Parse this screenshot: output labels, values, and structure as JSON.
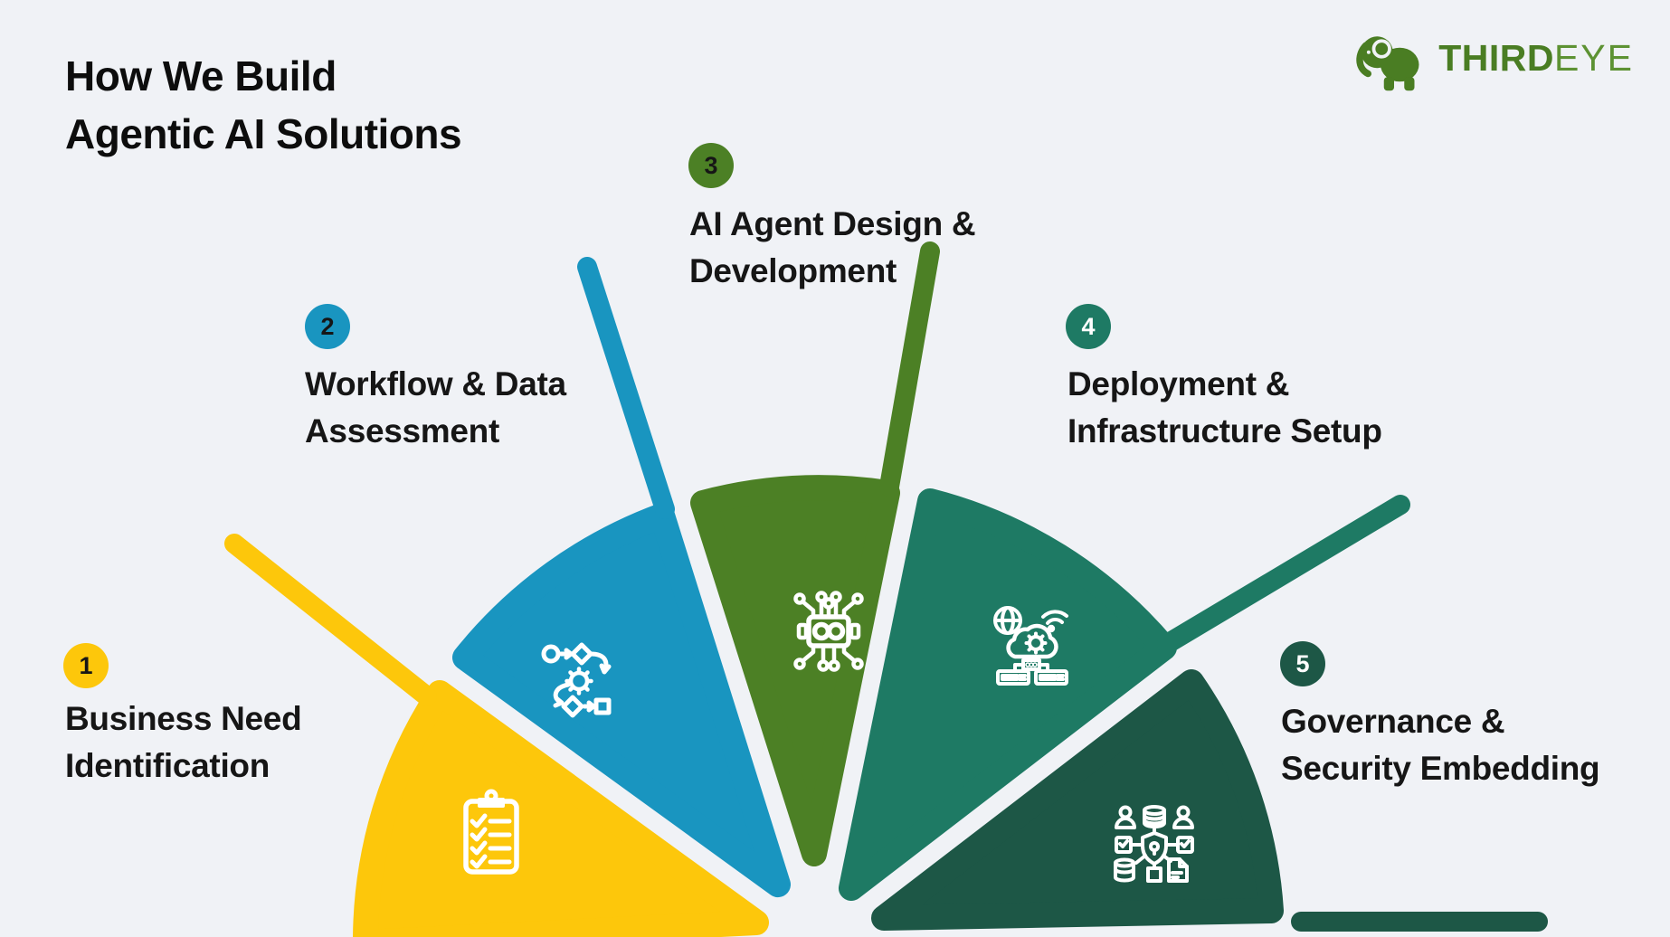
{
  "title": {
    "line1": "How We Build",
    "line2": "Agentic AI Solutions"
  },
  "logo": {
    "brand_bold": "THIRD",
    "brand_light": "EYE",
    "elephant_icon": "elephant-logo-icon",
    "brand_bold_color": "#4a7d23",
    "brand_light_color": "#5d9233"
  },
  "colors": {
    "background": "#f0f2f6",
    "text": "#141414"
  },
  "steps": [
    {
      "number": "1",
      "line1": "Business Need",
      "line2": "Identification",
      "color": "#fdc70b",
      "number_color": "#161616",
      "icon": "checklist-clipboard-icon"
    },
    {
      "number": "2",
      "line1": "Workflow & Data",
      "line2": "Assessment",
      "color": "#1995c0",
      "number_color": "#161616",
      "icon": "workflow-process-icon"
    },
    {
      "number": "3",
      "line1": "AI Agent Design &",
      "line2": "Development",
      "color": "#4c8025",
      "number_color": "#161616",
      "icon": "ai-robot-chip-icon"
    },
    {
      "number": "4",
      "line1": "Deployment &",
      "line2": "Infrastructure Setup",
      "color": "#1e7a64",
      "number_color": "#ffffff",
      "icon": "cloud-infrastructure-icon"
    },
    {
      "number": "5",
      "line1": "Governance &",
      "line2": "Security Embedding",
      "color": "#1d5746",
      "number_color": "#ffffff",
      "icon": "governance-security-icon"
    }
  ]
}
